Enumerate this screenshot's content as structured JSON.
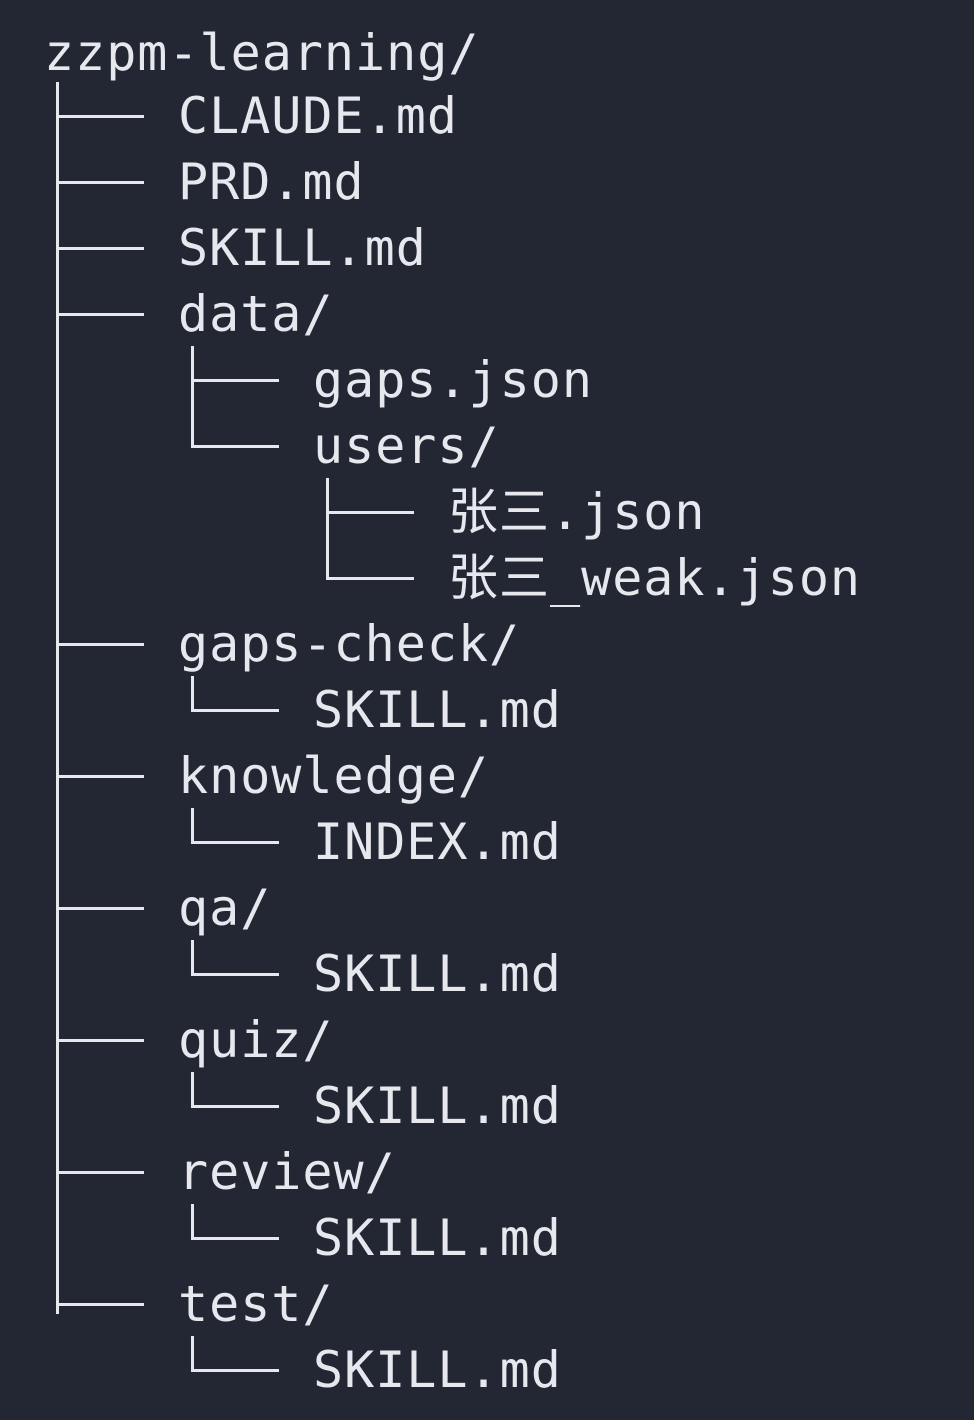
{
  "tree": {
    "root": "zzpm-learning/",
    "items": [
      {
        "name": "CLAUDE.md"
      },
      {
        "name": "PRD.md"
      },
      {
        "name": "SKILL.md"
      },
      {
        "name": "data/"
      },
      {
        "name": "gaps.json"
      },
      {
        "name": "users/"
      },
      {
        "name": "张三.json"
      },
      {
        "name": "张三_weak.json"
      },
      {
        "name": "gaps-check/"
      },
      {
        "name": "SKILL.md"
      },
      {
        "name": "knowledge/"
      },
      {
        "name": "INDEX.md"
      },
      {
        "name": "qa/"
      },
      {
        "name": "SKILL.md"
      },
      {
        "name": "quiz/"
      },
      {
        "name": "SKILL.md"
      },
      {
        "name": "review/"
      },
      {
        "name": "SKILL.md"
      },
      {
        "name": "test/"
      },
      {
        "name": "SKILL.md"
      }
    ]
  },
  "colors": {
    "background": "#222733",
    "text": "#e7e8ee"
  }
}
